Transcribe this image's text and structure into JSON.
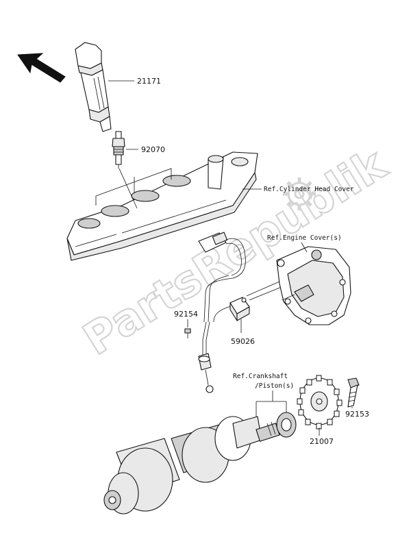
{
  "watermark": "PartsRepublik",
  "direction_arrow": "front-arrow-icon",
  "parts": {
    "ignition_coil": "21171",
    "spark_plug": "92070",
    "bolt_pickup": "92154",
    "pickup_coil": "59026",
    "bolt_rotor": "92153",
    "rotor": "21007"
  },
  "refs": {
    "cylinder_head_cover": "Ref.Cylinder Head Cover",
    "engine_cover": "Ref.Engine Cover(s)",
    "crankshaft_line1": "Ref.Crankshaft",
    "crankshaft_line2": "/Piston(s)"
  }
}
